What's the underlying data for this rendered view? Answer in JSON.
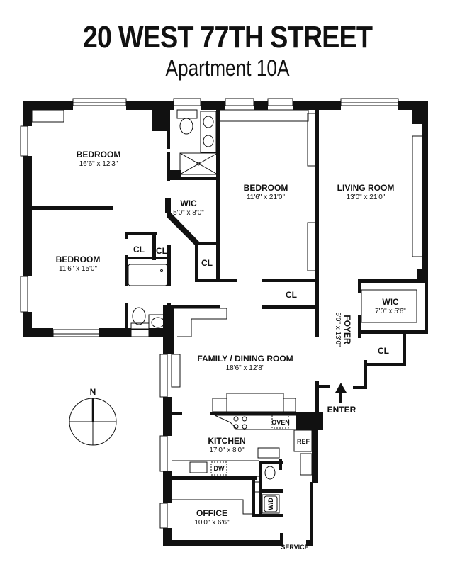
{
  "header": {
    "address": "20 WEST 77TH STREET",
    "unit": "Apartment 10A"
  },
  "rooms": [
    {
      "id": "bedroom-1",
      "name": "BEDROOM",
      "dims": "16'6\" x 12'3\""
    },
    {
      "id": "bedroom-2",
      "name": "BEDROOM",
      "dims": "11'6\" x 15'0\""
    },
    {
      "id": "bedroom-3",
      "name": "BEDROOM",
      "dims": "11'6\" x 21'0\""
    },
    {
      "id": "living-room",
      "name": "LIVING ROOM",
      "dims": "13'0\" x 21'0\""
    },
    {
      "id": "wic-1",
      "name": "WIC",
      "dims": "5'0\" x 8'0\""
    },
    {
      "id": "wic-2",
      "name": "WIC",
      "dims": "7'0\" x 5'6\""
    },
    {
      "id": "foyer",
      "name": "FOYER",
      "dims": "5'0\" x 13'0\""
    },
    {
      "id": "family-dining",
      "name": "FAMILY / DINING ROOM",
      "dims": "18'6\" x 12'8\""
    },
    {
      "id": "kitchen",
      "name": "KITCHEN",
      "dims": "17'0\" x 8'0\""
    },
    {
      "id": "office",
      "name": "OFFICE",
      "dims": "10'0\" x 6'6\""
    }
  ],
  "labels": {
    "closet": "CL",
    "oven": "OVEN",
    "refrigerator": "REF",
    "dishwasher": "DW",
    "washer_dryer": "W/D",
    "enter": "ENTER",
    "service": "SERVICE",
    "north": "N"
  }
}
